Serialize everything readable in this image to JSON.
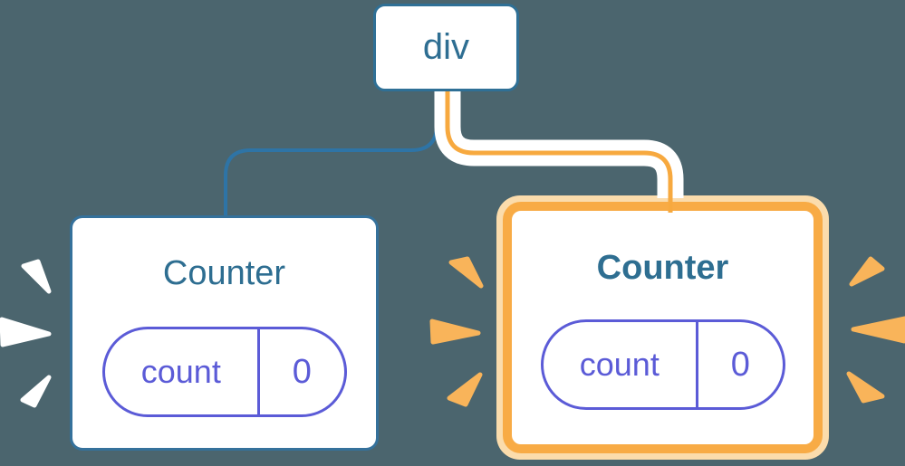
{
  "diagram": {
    "description": "Component tree: a div root with two Counter children each holding state; the right Counter is highlighted as freshly rendered",
    "background_color": "#4B656E",
    "root_node": {
      "label": "div"
    },
    "children": [
      {
        "title": "Counter",
        "state": {
          "key": "count",
          "value": "0"
        },
        "highlighted": false
      },
      {
        "title": "Counter",
        "state": {
          "key": "count",
          "value": "0"
        },
        "highlighted": true
      }
    ],
    "colors": {
      "node_blue_border": "#2F7096",
      "node_blue_text": "#2E6E91",
      "connector_blue": "#2E74A6",
      "connector_orange": "#F7A93F",
      "highlight_ring_orange": "#F8AB45",
      "highlight_ring_light": "#FBDCAC",
      "state_purple": "#5B5BD7",
      "burst_white": "#FFFFFF",
      "burst_orange": "#F9B45A"
    }
  }
}
